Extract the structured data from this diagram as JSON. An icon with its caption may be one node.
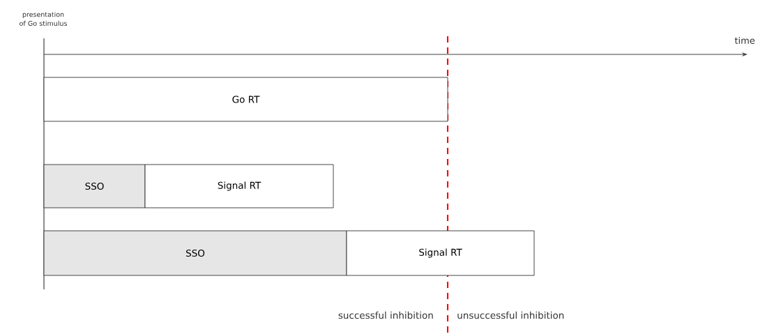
{
  "diagram": {
    "nodes": [
      {
        "text": [
          "Go RT"
        ]
      },
      {
        "text": [
          "SSO"
        ]
      },
      {
        "text": [
          "Signal RT"
        ]
      },
      {
        "text": [
          "SSO"
        ]
      },
      {
        "text": [
          "Signal RT"
        ]
      }
    ],
    "labels": [
      "presentation of Go stimulus",
      "time",
      "successful inhibition",
      "unsuccessful inhibition"
    ]
  }
}
